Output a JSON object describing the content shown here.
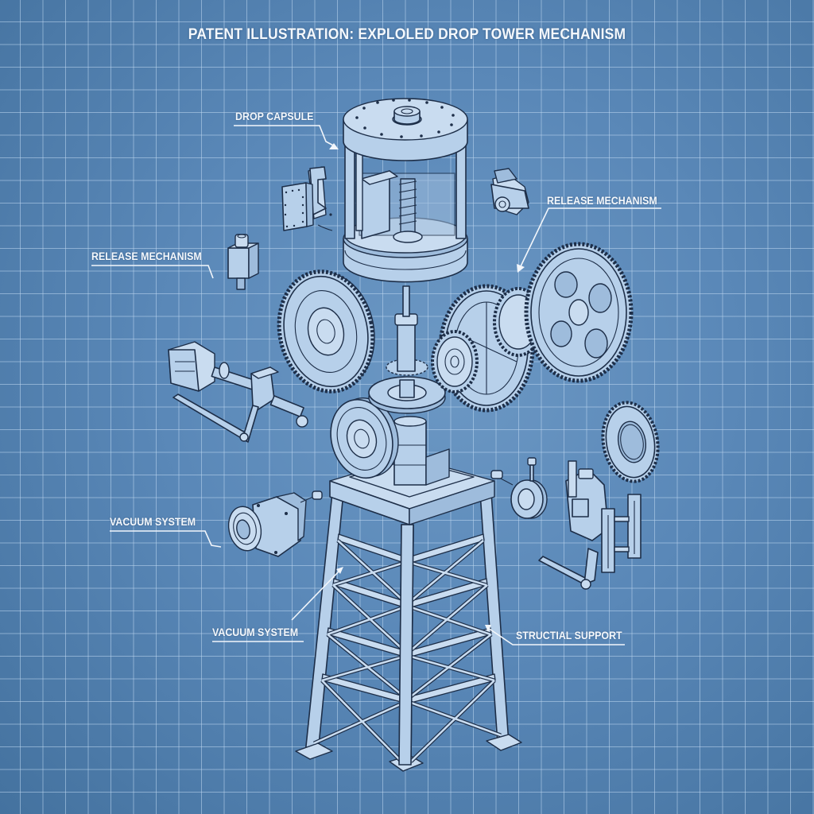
{
  "title": "PATENT ILLUSTRATION: EXPLOLED DROP TOWER MECHANISM",
  "labels": {
    "drop_capsule": "DROP CAPSULE",
    "release_mechanism_right": "RELEASE MECHANISM",
    "release_mechanism_left": "RELEASE MECHANISM",
    "vacuum_system_left": "VACUUM SYSTEM",
    "vacuum_system_center": "VACUUM SYSTEM",
    "structural_support": "STRUCTIAL SUPPORT"
  },
  "components": [
    "drop-capsule",
    "spring-actuator",
    "release-latch-left",
    "release-clamp-right",
    "solenoid-valve",
    "spur-gear-left",
    "gear-train-center",
    "spoked-gear-right",
    "central-shaft",
    "flange-ring",
    "motor-crank-assembly",
    "flywheel",
    "ring-gear",
    "vacuum-pump",
    "sensor-disc",
    "guide-rail-assembly",
    "lattice-tower"
  ],
  "colors": {
    "background": "#5a88b8",
    "grid_line": "#bed7f0",
    "part_fill": "#b7d0ea",
    "outline": "#1d2e48",
    "label_text": "#f4f8fc"
  }
}
